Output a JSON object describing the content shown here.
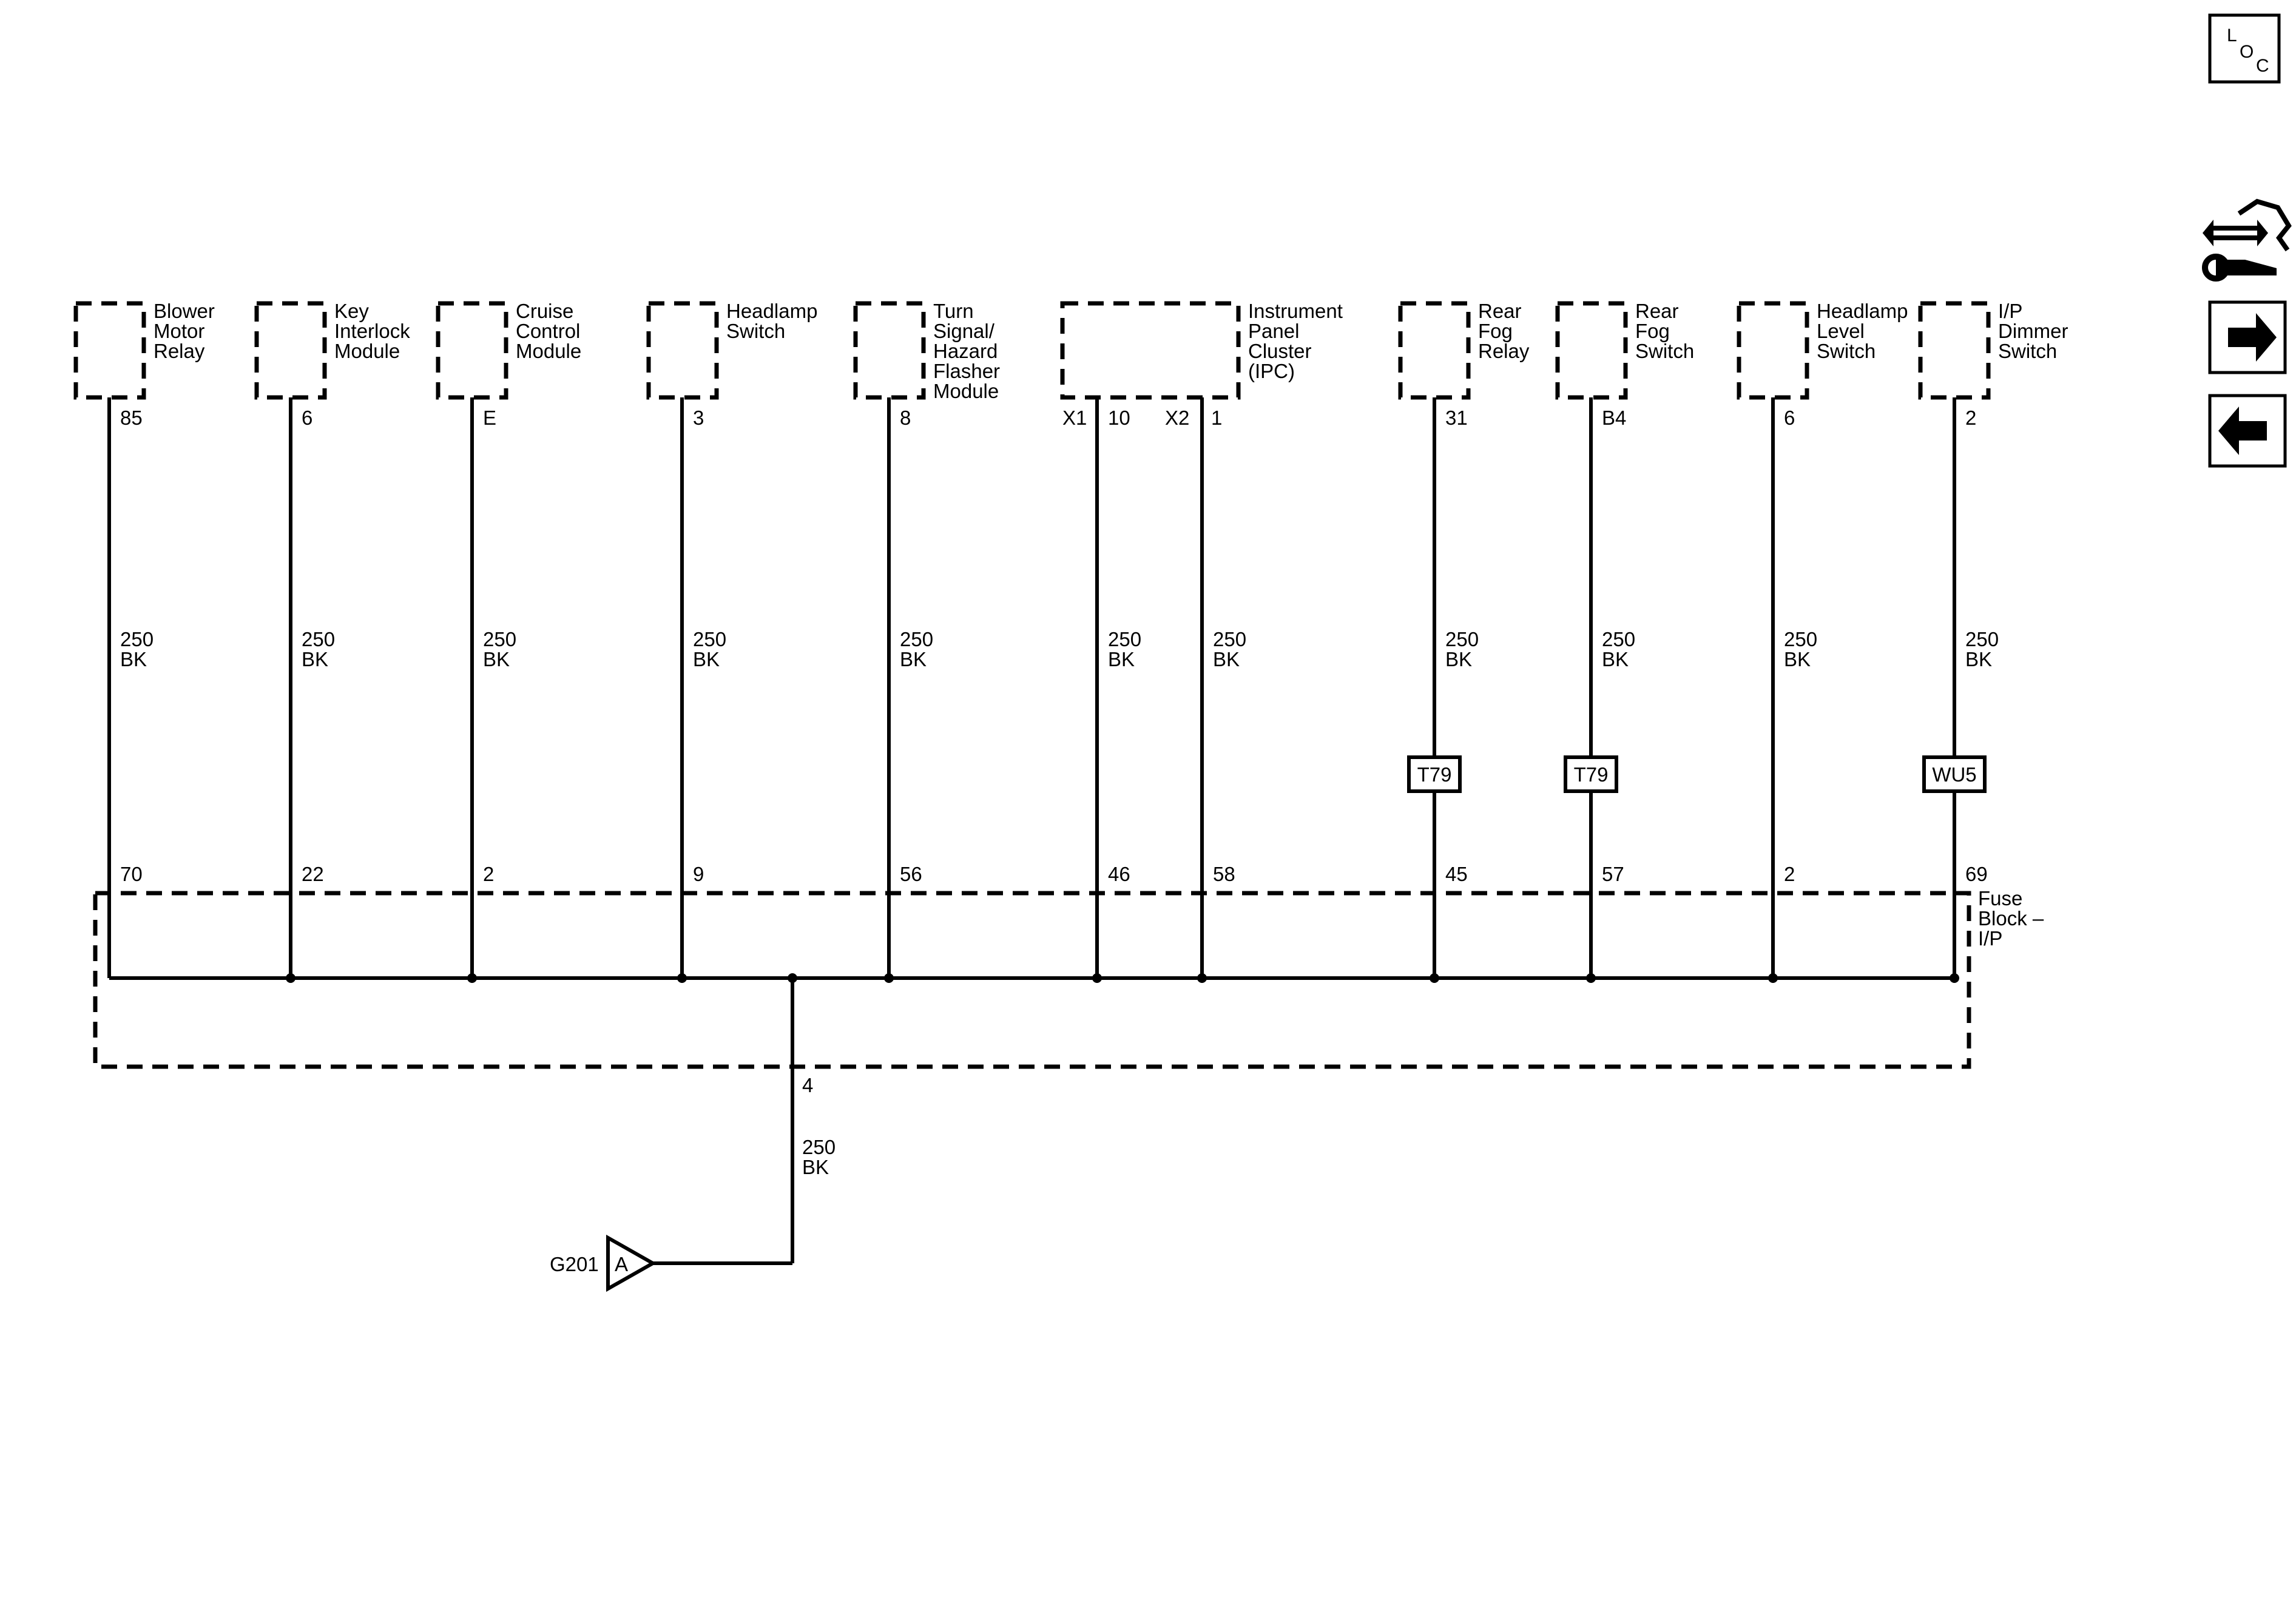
{
  "components": [
    {
      "name": [
        "Blower",
        "Motor",
        "Relay"
      ],
      "pins": [
        "85"
      ],
      "wire": [
        "250",
        "BK"
      ],
      "fuse_pin": "70"
    },
    {
      "name": [
        "Key",
        "Interlock",
        "Module"
      ],
      "pins": [
        "6"
      ],
      "wire": [
        "250",
        "BK"
      ],
      "fuse_pin": "22"
    },
    {
      "name": [
        "Cruise",
        "Control",
        "Module"
      ],
      "pins": [
        "E"
      ],
      "wire": [
        "250",
        "BK"
      ],
      "fuse_pin": "2"
    },
    {
      "name": [
        "Headlamp",
        "Switch"
      ],
      "pins": [
        "3"
      ],
      "wire": [
        "250",
        "BK"
      ],
      "fuse_pin": "9"
    },
    {
      "name": [
        "Turn",
        "Signal/",
        "Hazard",
        "Flasher",
        "Module"
      ],
      "pins": [
        "8"
      ],
      "wire": [
        "250",
        "BK"
      ],
      "fuse_pin": "56"
    },
    {
      "name": [
        "Instrument",
        "Panel",
        "Cluster",
        "(IPC)"
      ],
      "connectors": [
        "X1",
        "X2"
      ],
      "pins": [
        "10",
        "1"
      ],
      "wire": [
        "250",
        "BK"
      ],
      "fuse_pins": [
        "46",
        "58"
      ]
    },
    {
      "name": [
        "Rear",
        "Fog",
        "Relay"
      ],
      "pins": [
        "31"
      ],
      "wire": [
        "250",
        "BK"
      ],
      "option": "T79",
      "fuse_pin": "45"
    },
    {
      "name": [
        "Rear",
        "Fog",
        "Switch"
      ],
      "pins": [
        "B4"
      ],
      "wire": [
        "250",
        "BK"
      ],
      "option": "T79",
      "fuse_pin": "57"
    },
    {
      "name": [
        "Headlamp",
        "Level",
        "Switch"
      ],
      "pins": [
        "6"
      ],
      "wire": [
        "250",
        "BK"
      ],
      "fuse_pin": "2"
    },
    {
      "name": [
        "I/P",
        "Dimmer",
        "Switch"
      ],
      "pins": [
        "2"
      ],
      "wire": [
        "250",
        "BK"
      ],
      "option": "WU5",
      "fuse_pin": "69"
    }
  ],
  "fuse_block": {
    "name": [
      "Fuse",
      "Block –",
      "I/P"
    ],
    "output_pin": "4"
  },
  "ground": {
    "wire": [
      "250",
      "BK"
    ],
    "name": "G201",
    "letter": "A"
  },
  "nav": {
    "loc": [
      "L",
      "O",
      "C"
    ],
    "icons": [
      "connector-tool-icon",
      "arrow-right-icon",
      "arrow-left-icon"
    ]
  }
}
